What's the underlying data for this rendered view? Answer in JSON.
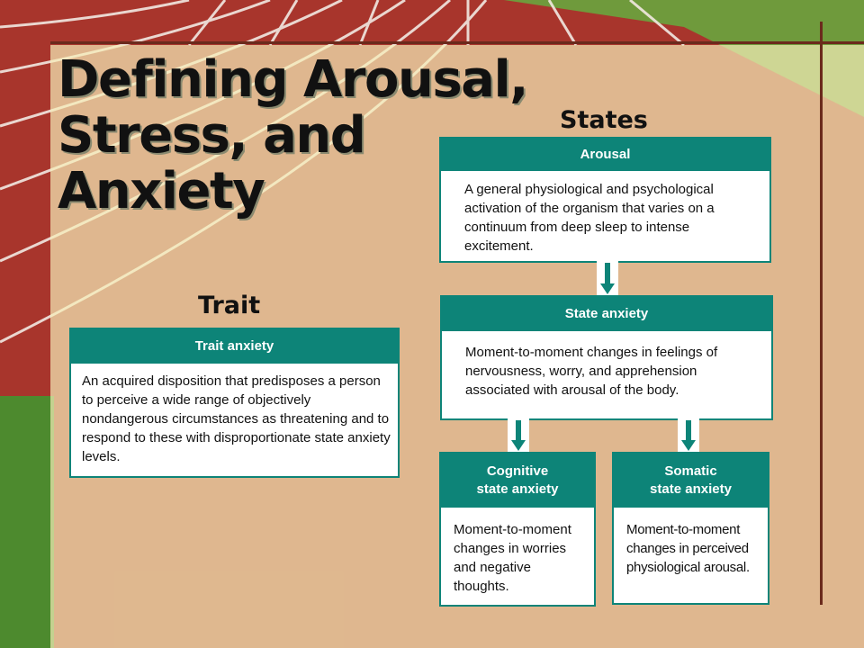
{
  "title": "Defining Arousal, Stress, and Anxiety",
  "labels": {
    "states": "States",
    "trait": "Trait"
  },
  "boxes": {
    "arousal": {
      "title": "Arousal",
      "text": "A general physiological and psychological activation of the organism that varies on a continuum from deep sleep to intense excitement."
    },
    "state_anxiety": {
      "title": "State anxiety",
      "text": "Moment-to-moment changes in feelings of nervousness, worry, and apprehension associated with arousal of the body."
    },
    "cognitive": {
      "title_line1": "Cognitive",
      "title_line2": "state anxiety",
      "text": "Moment-to-moment changes in worries and negative thoughts."
    },
    "somatic": {
      "title_line1": "Somatic",
      "title_line2": "state anxiety",
      "text": "Moment-to-moment changes in perceived physiological arousal."
    },
    "trait_anxiety": {
      "title": "Trait anxiety",
      "text": "An acquired disposition that predisposes a person to perceive a wide range of objectively nondangerous circumstances as threatening and to respond to these with disproportionate state anxiety levels."
    }
  },
  "colors": {
    "box_header": "#0d8478",
    "track_red": "#a8352c",
    "grass": "#4d8a2e",
    "rule": "#6b2a1c"
  }
}
